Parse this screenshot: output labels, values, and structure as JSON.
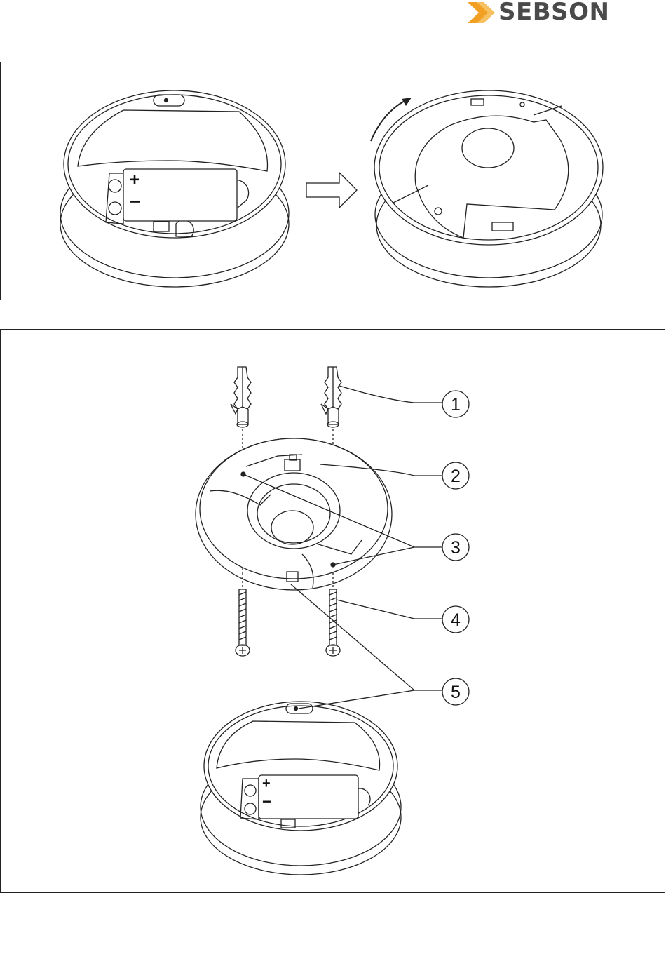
{
  "brand": {
    "name": "SEBSON",
    "accent_color": "#f2a023",
    "text_color": "#4a4a4a",
    "logo_icon": "double-chevron-icon"
  },
  "figure1": {
    "battery_plus": "+",
    "battery_minus": "−",
    "arrow_icon": "right-arrow-icon",
    "rotation_icon": "rotation-arrow-icon"
  },
  "figure2": {
    "callouts": [
      "1",
      "2",
      "3",
      "4",
      "5"
    ],
    "battery_plus": "+",
    "battery_minus": "−"
  }
}
